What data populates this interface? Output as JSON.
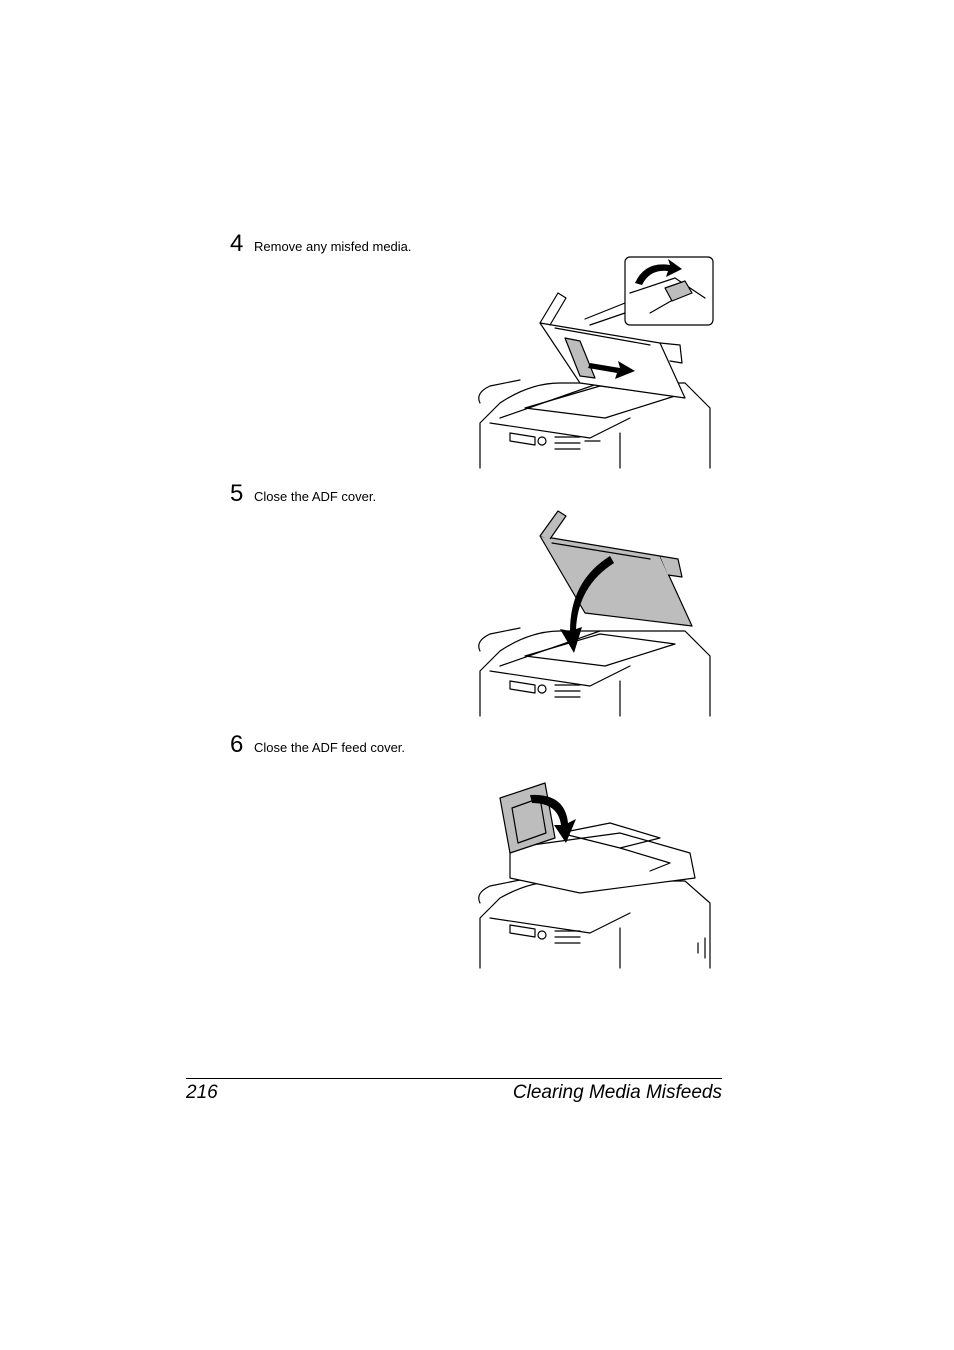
{
  "steps": [
    {
      "number": "4",
      "text": "Remove any misfed media."
    },
    {
      "number": "5",
      "text": "Close the ADF cover."
    },
    {
      "number": "6",
      "text": "Close the ADF feed cover."
    }
  ],
  "footer": {
    "page_number": "216",
    "section_title": "Clearing Media Misfeeds"
  }
}
